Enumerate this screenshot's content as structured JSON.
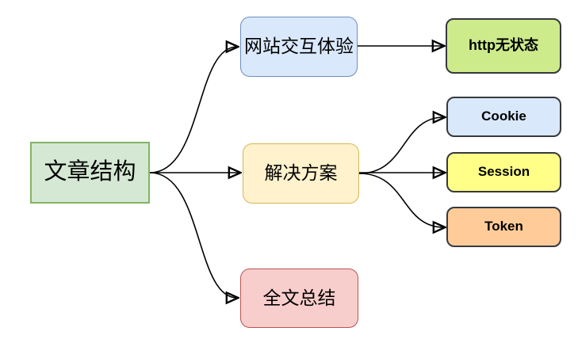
{
  "diagram": {
    "background": "#ffffff",
    "connector_color": "#000000",
    "root": {
      "label": "文章结构",
      "fill": "#d5e8d4",
      "stroke": "#82b366"
    },
    "level1": [
      {
        "label": "网站交互体验",
        "fill": "#dae8fc",
        "stroke": "#6c8ebf"
      },
      {
        "label": "解决方案",
        "fill": "#fff2cc",
        "stroke": "#d6b656"
      },
      {
        "label": "全文总结",
        "fill": "#f8cecc",
        "stroke": "#b85450"
      }
    ],
    "level2": [
      {
        "label": "http无状态",
        "fill": "#cdeb8b",
        "stroke": "#36393d"
      },
      {
        "label": "Cookie",
        "fill": "#dae8fc",
        "stroke": "#36393d"
      },
      {
        "label": "Session",
        "fill": "#ffff88",
        "stroke": "#36393d"
      },
      {
        "label": "Token",
        "fill": "#ffcc99",
        "stroke": "#36393d"
      }
    ],
    "edges": [
      {
        "from": "文章结构",
        "to": "网站交互体验"
      },
      {
        "from": "文章结构",
        "to": "解决方案"
      },
      {
        "from": "文章结构",
        "to": "全文总结"
      },
      {
        "from": "网站交互体验",
        "to": "http无状态"
      },
      {
        "from": "解决方案",
        "to": "Cookie"
      },
      {
        "from": "解决方案",
        "to": "Session"
      },
      {
        "from": "解决方案",
        "to": "Token"
      }
    ]
  }
}
